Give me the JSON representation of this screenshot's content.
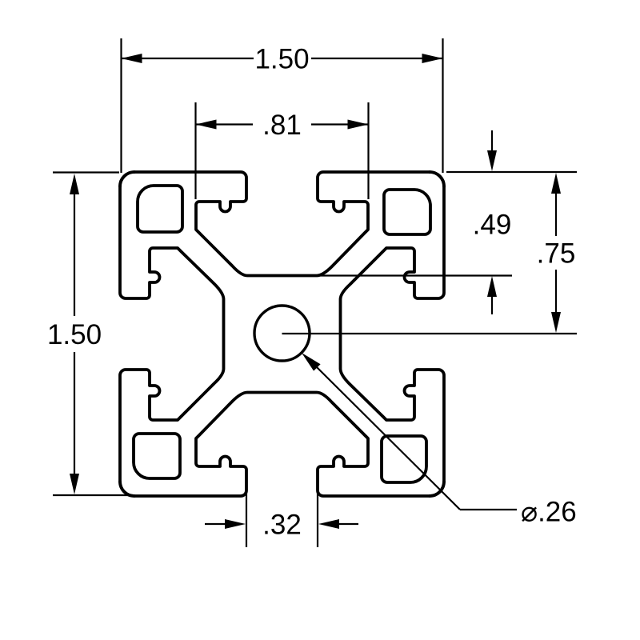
{
  "drawing": {
    "title": "T-slot aluminum extrusion profile cross-section",
    "line_color": "#000000",
    "background_color": "#ffffff",
    "dimensions": {
      "overall_width": "1.50",
      "slot_inner_width": ".81",
      "slot_depth": ".49",
      "center_offset": ".75",
      "overall_height": "1.50",
      "slot_opening_width": ".32",
      "center_hole_diameter": "⌀.26"
    }
  }
}
